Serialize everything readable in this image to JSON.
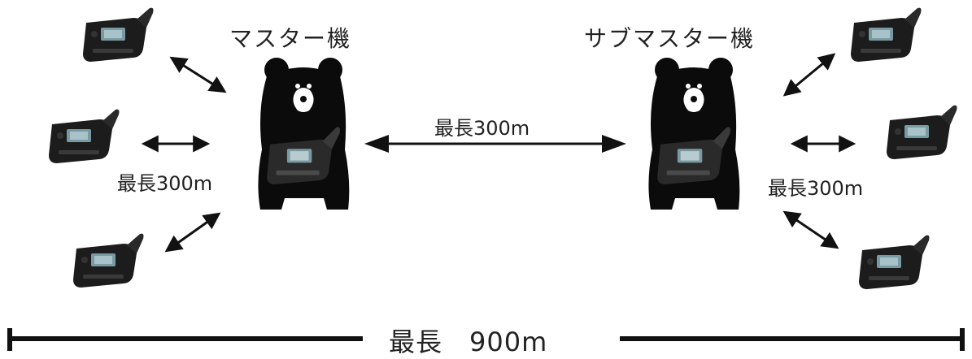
{
  "titles": {
    "master": "マスター機",
    "sub_master": "サブマスター機"
  },
  "distances": {
    "between_hubs": "最長300m",
    "left_group": "最長300m",
    "right_group": "最長300m",
    "total": "最長　900m"
  },
  "icons": {
    "hub": "bear-holding-intercom-icon",
    "device": "intercom-device-icon"
  },
  "colors": {
    "bear": "#0b0b0b",
    "device_body": "#1c1c1c",
    "device_screen": "#7a9aa3",
    "arrow": "#111111",
    "text": "#222222"
  }
}
